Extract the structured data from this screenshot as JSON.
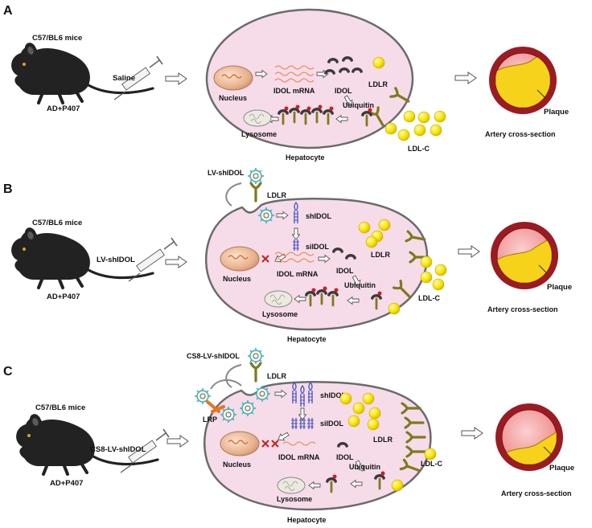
{
  "panels": [
    {
      "letter": "A",
      "mouse_strain": "C57/BL6 mice",
      "model": "AD+P407",
      "injection": "Saline",
      "cell_label": "Hepatocyte",
      "nucleus": "Nucleus",
      "mrna": "IDOL mRNA",
      "idol": "IDOL",
      "ldlr": "LDLR",
      "ubiquitin": "Ubiquitin",
      "lysosome": "Lysosome",
      "ldl": "LDL-C",
      "plaque": "Plaque",
      "artery": "Artery cross-section",
      "plaque_size": 0.45
    },
    {
      "letter": "B",
      "mouse_strain": "C57/BL6 mice",
      "model": "AD+P407",
      "injection": "LV-shIDOL",
      "vector": "LV-shIDOL",
      "vector_receptor": "LDLR",
      "shidol": "shIDOL",
      "siidol": "siIDOL",
      "cell_label": "Hepatocyte",
      "nucleus": "Nucleus",
      "mrna": "IDOL mRNA",
      "idol": "IDOL",
      "ldlr": "LDLR",
      "ubiquitin": "Ubiquitin",
      "lysosome": "Lysosome",
      "ldl": "LDL-C",
      "plaque": "Plaque",
      "artery": "Artery cross-section",
      "plaque_size": 0.3
    },
    {
      "letter": "C",
      "mouse_strain": "C57/BL6 mice",
      "model": "AD+P407",
      "injection": "CS8-LV-shIDOL",
      "vector": "CS8-LV-shIDOL",
      "vector_receptor": "LDLR",
      "lrp": "LRP",
      "shidol": "shIDOL",
      "siidol": "siIDOL",
      "cell_label": "Hepatocyte",
      "nucleus": "Nucleus",
      "mrna": "IDOL mRNA",
      "idol": "IDOL",
      "ldlr": "LDLR",
      "ubiquitin": "Ubiquitin",
      "lysosome": "Lysosome",
      "ldl": "LDL-C",
      "plaque": "Plaque",
      "artery": "Artery cross-section",
      "plaque_size": 0.15
    }
  ],
  "colors": {
    "cell_fill": "#f6dce9",
    "cell_border": "#6b6b6b",
    "nucleus": "#e8b08c",
    "mrna": "#f07f45",
    "idol": "#3a3a3a",
    "ldlr": "#7d7a1e",
    "ubiquitin": "#cc1f1f",
    "ldl": "#f8e400",
    "artery_wall": "#9b1b22",
    "artery_lumen": "#f28f8f",
    "plaque": "#f7d21a",
    "sirna": "#4b55c8",
    "lrp": "#e8731e",
    "mouse": "#222222"
  },
  "icons": {
    "mouse": "mouse-icon",
    "syringe": "syringe-icon",
    "arrow": "hollow-arrow-icon",
    "virus": "lentivirus-icon",
    "x_mark": "red-x-icon"
  }
}
